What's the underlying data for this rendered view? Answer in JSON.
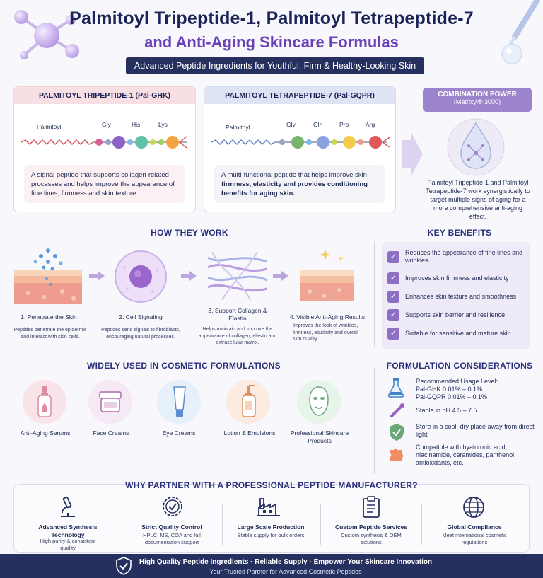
{
  "header": {
    "title_line1": "Palmitoyl Tripeptide-1, Palmitoyl Tetrapeptide-7",
    "title_line2": "and Anti-Aging Skincare Formulas",
    "tagline": "Advanced Peptide Ingredients for Youthful, Firm & Healthy-Looking Skin"
  },
  "cards": {
    "pal_ghk": {
      "heading": "PALMITOYL TRIPEPTIDE-1 (Pal-GHK)",
      "chain_label": "Palmitoyl",
      "amino_acids": [
        "Gly",
        "His",
        "Lys"
      ],
      "desc": "A signal peptide that supports collagen-related processes and helps improve the appearance of fine lines, firmness and skin texture."
    },
    "pal_gqpr": {
      "heading": "PALMITOYL TETRAPEPTIDE-7 (Pal-GQPR)",
      "chain_label": "Palmitoyl",
      "amino_acids": [
        "Gly",
        "Gln",
        "Pro",
        "Arg"
      ],
      "desc_plain": "A multi-functional peptide that helps improve skin ",
      "desc_bold": "firmness, elasticity and provides conditioning benefits for aging skin."
    },
    "combination": {
      "heading_line1": "COMBINATION POWER",
      "heading_line2": "(Matrixyl® 3000)",
      "desc": "Palmitoyl Tripeptide-1 and Palmitoyl Tetrapeptide-7 work synergistically to target multiple signs of aging for a more comprehensive anti-aging effect."
    }
  },
  "how_they_work": {
    "title": "HOW THEY WORK",
    "steps": [
      {
        "title": "1. Penetrate the Skin",
        "desc": "Peptides penetrate the epidermis and interact with skin cells."
      },
      {
        "title": "2. Cell Signaling",
        "desc": "Peptides send signals to fibroblasts, encouraging natural processes."
      },
      {
        "title": "3. Support Collagen & Elastin",
        "desc": "Helps maintain and improve the appearance of collagen, elastin and extracellular matrix."
      },
      {
        "title": "4. Visible Anti-Aging Results",
        "desc": "Improves the look of wrinkles, firmness, elasticity and overall skin quality."
      }
    ]
  },
  "key_benefits": {
    "title": "KEY BENEFITS",
    "items": [
      "Reduces the appearance of fine lines and wrinkles",
      "Improves skin firmness and elasticity",
      "Enhances skin texture and smoothness",
      "Supports skin barrier and resilience",
      "Suitable for sensitive and mature skin"
    ]
  },
  "uses": {
    "title": "WIDELY USED IN COSMETIC FORMULATIONS",
    "items": [
      "Anti-Aging Serums",
      "Face Creams",
      "Eye Creams",
      "Lotion & Emulsions",
      "Professional Skincare Products"
    ],
    "colors": [
      "#f9e4ea",
      "#f4e9f4",
      "#e6f0fb",
      "#fcebe0",
      "#e8f4ea"
    ]
  },
  "formulation": {
    "title": "FORMULATION CONSIDERATIONS",
    "usage_heading": "Recommended Usage Level:",
    "usage_ghk": "Pal-GHK 0.01% – 0.1%",
    "usage_gqpr": "Pal-GQPR 0.01% – 0.1%",
    "ph": "Stable in pH 4.5 – 7.5",
    "storage": "Store in a cool, dry place away from direct light",
    "compat": "Compatible with hyaluronic acid, niacinamide, ceramides, panthenol, antioxidants, etc."
  },
  "partner": {
    "title": "WHY PARTNER WITH A PROFESSIONAL PEPTIDE MANUFACTURER?",
    "items": [
      {
        "title": "Advanced Synthesis Technology",
        "desc": "High purity & consistent quality"
      },
      {
        "title": "Strict Quality Control",
        "desc": "HPLC, MS, COA and full documentation support"
      },
      {
        "title": "Large Scale Production",
        "desc": "Stable supply for bulk orders"
      },
      {
        "title": "Custom Peptide Services",
        "desc": "Custom synthesis & OEM solutions"
      },
      {
        "title": "Global Compliance",
        "desc": "Meet international cosmetic regulations"
      }
    ]
  },
  "footer": {
    "line1": "High Quality Peptide Ingredients · Reliable Supply · Empower Your Skincare Innovation",
    "line2": "Your Trusted Partner for Advanced Cosmetic Peptides"
  },
  "colors": {
    "navy": "#25305f",
    "purple": "#6a3fb8",
    "pink_head": "#f8dfe4",
    "blue_head": "#dfe4f5",
    "lavender": "#9c84cc"
  }
}
